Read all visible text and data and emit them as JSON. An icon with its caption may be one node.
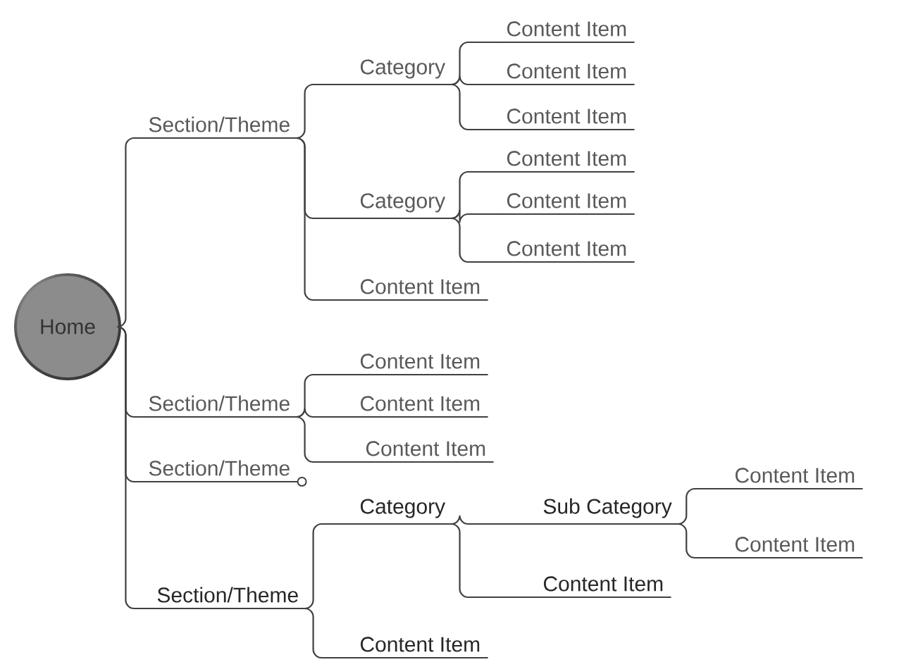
{
  "diagram": {
    "nodes": [
      {
        "text": [
          "Home"
        ]
      },
      {
        "text": [
          "Section/Theme"
        ]
      },
      {
        "text": [
          "Category"
        ]
      },
      {
        "text": [
          "Content Item"
        ]
      },
      {
        "text": [
          "Content Item"
        ]
      },
      {
        "text": [
          "Content Item"
        ]
      },
      {
        "text": [
          "Category"
        ]
      },
      {
        "text": [
          "Content Item"
        ]
      },
      {
        "text": [
          "Content Item"
        ]
      },
      {
        "text": [
          "Content Item"
        ]
      },
      {
        "text": [
          "Content Item"
        ]
      },
      {
        "text": [
          "Section/Theme"
        ]
      },
      {
        "text": [
          "Content Item"
        ]
      },
      {
        "text": [
          "Content Item"
        ]
      },
      {
        "text": [
          "Content Item"
        ]
      },
      {
        "text": [
          "Section/Theme"
        ]
      },
      {
        "text": [
          "Section/Theme"
        ]
      },
      {
        "text": [
          "Category"
        ]
      },
      {
        "text": [
          "Sub Category"
        ]
      },
      {
        "text": [
          "Content Item"
        ]
      },
      {
        "text": [
          "Content Item"
        ]
      },
      {
        "text": [
          "Content Item"
        ]
      },
      {
        "text": [
          "Content Item"
        ]
      }
    ],
    "edges": [
      {
        "from": 0,
        "to": 1,
        "arrow": "none"
      },
      {
        "from": 0,
        "to": 11,
        "arrow": "none"
      },
      {
        "from": 0,
        "to": 15,
        "arrow": "none"
      },
      {
        "from": 0,
        "to": 16,
        "arrow": "none"
      },
      {
        "from": 1,
        "to": 2,
        "arrow": "none"
      },
      {
        "from": 1,
        "to": 6,
        "arrow": "none"
      },
      {
        "from": 1,
        "to": 10,
        "arrow": "none"
      },
      {
        "from": 2,
        "to": 3,
        "arrow": "none"
      },
      {
        "from": 2,
        "to": 4,
        "arrow": "none"
      },
      {
        "from": 2,
        "to": 5,
        "arrow": "none"
      },
      {
        "from": 6,
        "to": 7,
        "arrow": "none"
      },
      {
        "from": 6,
        "to": 8,
        "arrow": "none"
      },
      {
        "from": 6,
        "to": 9,
        "arrow": "none"
      },
      {
        "from": 11,
        "to": 12,
        "arrow": "none"
      },
      {
        "from": 11,
        "to": 13,
        "arrow": "none"
      },
      {
        "from": 11,
        "to": 14,
        "arrow": "none"
      },
      {
        "from": 16,
        "to": 17,
        "arrow": "none"
      },
      {
        "from": 16,
        "to": 22,
        "arrow": "none"
      },
      {
        "from": 17,
        "to": 18,
        "arrow": "none"
      },
      {
        "from": 17,
        "to": 21,
        "arrow": "none"
      },
      {
        "from": 18,
        "to": 19,
        "arrow": "none"
      },
      {
        "from": 18,
        "to": 20,
        "arrow": "none"
      }
    ]
  }
}
